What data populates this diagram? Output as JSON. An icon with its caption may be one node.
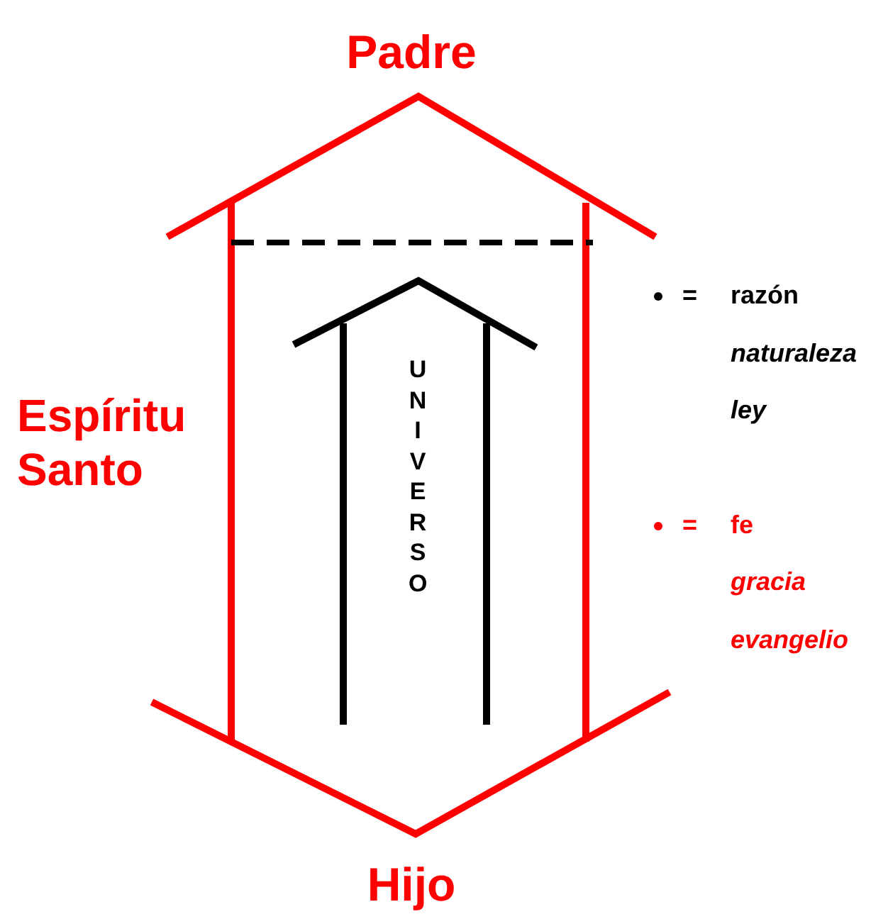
{
  "diagram": {
    "labels": [
      "Padre",
      "Espíritu Santo",
      "Hijo",
      "UNIVERSO",
      "=",
      "naturaleza",
      "ley",
      "=",
      "gracia",
      "evangelio"
    ],
    "legend": [
      {
        "text": "razón",
        "color": "#000000"
      },
      {
        "text": "fe",
        "color": "#ff0000"
      }
    ]
  }
}
